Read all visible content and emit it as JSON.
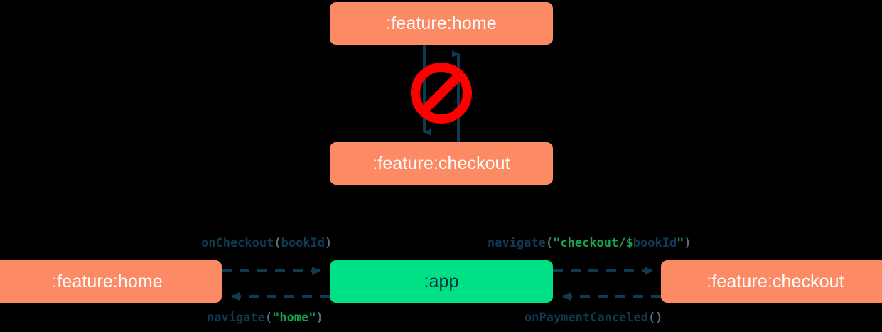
{
  "background_color": "#000000",
  "palette": {
    "feature_node_fill": "#FC8A65",
    "feature_node_text": "#FFFFFF",
    "app_node_fill": "#00E187",
    "app_node_text": "#0D2B3E",
    "connector": "#0F3A50",
    "prohibition_red": "#FF0000",
    "token_function": "#103A52",
    "token_paren": "#57707E",
    "token_string": "#17A24F"
  },
  "top_diagram": {
    "nodes": {
      "home": {
        "label": ":feature:home"
      },
      "checkout": {
        "label": ":feature:checkout"
      }
    },
    "forbidden_icon": "prohibition-icon",
    "edges": [
      {
        "from": "home",
        "to": "checkout",
        "direction": "down",
        "style": "solid"
      },
      {
        "from": "checkout",
        "to": "home",
        "direction": "up",
        "style": "solid"
      }
    ]
  },
  "bottom_diagram": {
    "nodes": {
      "home": {
        "label": ":feature:home"
      },
      "app": {
        "label": ":app"
      },
      "checkout": {
        "label": ":feature:checkout"
      }
    },
    "edges": [
      {
        "id": "home-to-app",
        "from": "home",
        "to": "app",
        "direction": "right",
        "style": "dashed",
        "label_plain": "onCheckout(bookId)",
        "label_tokens": [
          {
            "text": "onCheckout",
            "kind": "fn"
          },
          {
            "text": "(",
            "kind": "paren"
          },
          {
            "text": "bookId",
            "kind": "ident"
          },
          {
            "text": ")",
            "kind": "paren"
          }
        ]
      },
      {
        "id": "app-to-checkout",
        "from": "app",
        "to": "checkout",
        "direction": "right",
        "style": "dashed",
        "label_plain": "navigate(\"checkout/$bookId\")",
        "label_tokens": [
          {
            "text": "navigate",
            "kind": "fn"
          },
          {
            "text": "(",
            "kind": "paren"
          },
          {
            "text": "\"checkout/",
            "kind": "str"
          },
          {
            "text": "$",
            "kind": "str"
          },
          {
            "text": "bookId",
            "kind": "ident"
          },
          {
            "text": "\"",
            "kind": "str"
          },
          {
            "text": ")",
            "kind": "paren"
          }
        ]
      },
      {
        "id": "app-to-home",
        "from": "app",
        "to": "home",
        "direction": "left",
        "style": "dashed",
        "label_plain": "navigate(\"home\")",
        "label_tokens": [
          {
            "text": "navigate",
            "kind": "fn"
          },
          {
            "text": "(",
            "kind": "paren"
          },
          {
            "text": "\"home\"",
            "kind": "str"
          },
          {
            "text": ")",
            "kind": "paren"
          }
        ]
      },
      {
        "id": "checkout-to-app",
        "from": "checkout",
        "to": "app",
        "direction": "left",
        "style": "dashed",
        "label_plain": "onPaymentCanceled()",
        "label_tokens": [
          {
            "text": "onPaymentCanceled",
            "kind": "fn"
          },
          {
            "text": "()",
            "kind": "paren"
          }
        ]
      }
    ]
  }
}
